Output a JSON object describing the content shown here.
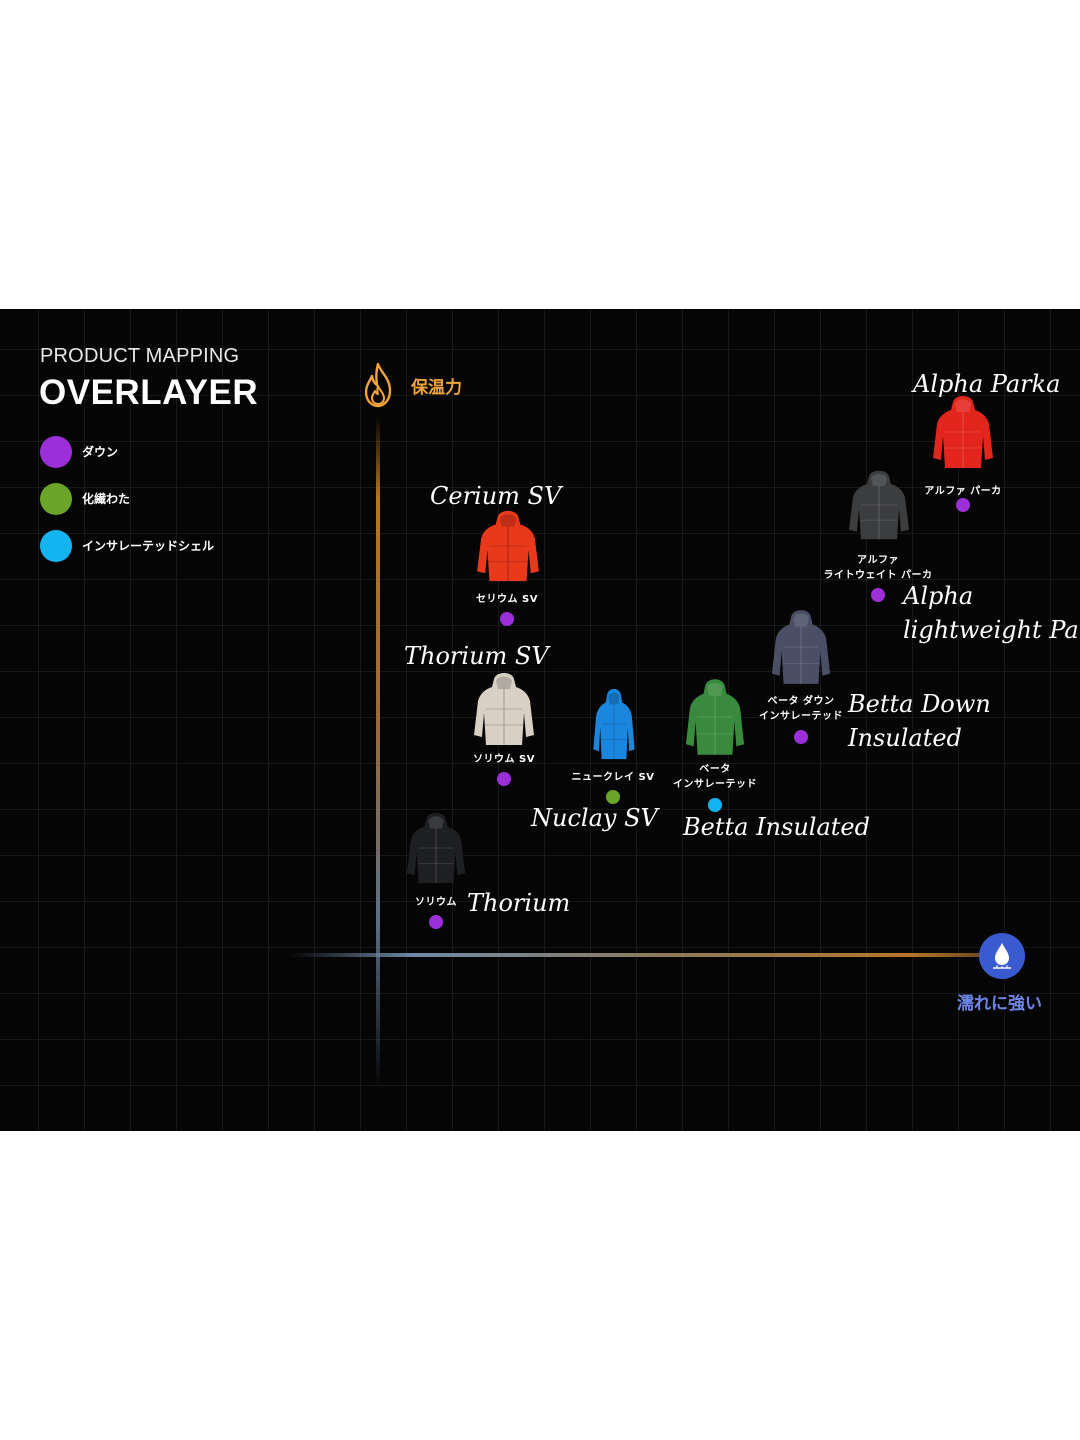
{
  "header": {
    "subtitle": "PRODUCT MAPPING",
    "title": "OVERLAYER"
  },
  "legend": [
    {
      "label": "ダウン",
      "color": "#9b30d9"
    },
    {
      "label": "化繊わた",
      "color": "#6aa428"
    },
    {
      "label": "インサレーテッドシェル",
      "color": "#14b4f0"
    }
  ],
  "axes": {
    "y_label": "保温力",
    "y_icon": "flame-icon",
    "x_label": "濡れに強い",
    "x_icon": "water-drop-icon"
  },
  "chart_data": {
    "type": "scatter",
    "title": "OVERLAYER",
    "xlabel": "濡れに強い",
    "ylabel": "保温力",
    "series": [
      {
        "name": "ダウン",
        "color": "#9b30d9"
      },
      {
        "name": "化繊わた",
        "color": "#6aa428"
      },
      {
        "name": "インサレーテッドシェル",
        "color": "#14b4f0"
      }
    ],
    "points": [
      {
        "jp": "アルファ パーカ",
        "en": "Alpha Parka",
        "series": "ダウン",
        "jacket_color": "#e2261d",
        "x": 0.92,
        "y": 0.93
      },
      {
        "jp": "アルファ\nライトウェイト パーカ",
        "en": "Alpha\nlightweight Parka",
        "series": "ダウン",
        "jacket_color": "#3c3d3f",
        "x": 0.8,
        "y": 0.72
      },
      {
        "jp": "セリウム SV",
        "en": "Cerium SV",
        "series": "ダウン",
        "jacket_color": "#e8391b",
        "x": 0.21,
        "y": 0.68
      },
      {
        "jp": "ソリウム SV",
        "en": "Thorium SV",
        "series": "ダウン",
        "jacket_color": "#d8d0c4",
        "x": 0.2,
        "y": 0.37
      },
      {
        "jp": "ニュークレイ SV",
        "en": "Nuclay SV",
        "series": "化繊わた",
        "jacket_color": "#1a86de",
        "x": 0.38,
        "y": 0.31
      },
      {
        "jp": "ベータ\nインサレーテッド",
        "en": "Betta Insulated",
        "series": "インサレーテッドシェル",
        "jacket_color": "#3a8a3e",
        "x": 0.55,
        "y": 0.29
      },
      {
        "jp": "ベータ ダウン\nインサレーテッド",
        "en": "Betta Down\nInsulated",
        "series": "ダウン",
        "jacket_color": "#4a4f66",
        "x": 0.69,
        "y": 0.45
      },
      {
        "jp": "ソリウム",
        "en": "Thorium",
        "series": "ダウン",
        "jacket_color": "#1e1f22",
        "x": 0.09,
        "y": 0.06
      }
    ]
  }
}
